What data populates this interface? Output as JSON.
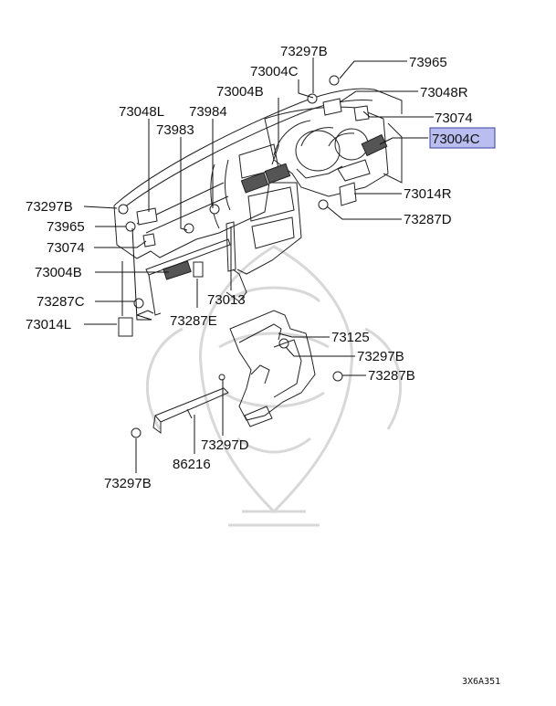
{
  "diagram": {
    "highlight_color": "#b9bdf0",
    "figure_code": "3X6A351",
    "labels": {
      "l_73297b_top": "73297B",
      "l_73965_top": "73965",
      "l_73004c_top": "73004C",
      "l_73048r": "73048R",
      "l_73004b_top": "73004B",
      "l_73074_right": "73074",
      "l_73048l": "73048L",
      "l_73984": "73984",
      "l_73004c_hl": "73004C",
      "l_73983": "73983",
      "l_73014r": "73014R",
      "l_73297b_left": "73297B",
      "l_73287d": "73287D",
      "l_73965_left": "73965",
      "l_73074_left": "73074",
      "l_73004b_left": "73004B",
      "l_73013": "73013",
      "l_73287c": "73287C",
      "l_73014l": "73014L",
      "l_73287e": "73287E",
      "l_73125": "73125",
      "l_73297b_mid": "73297B",
      "l_73287b": "73287B",
      "l_73297d": "73297D",
      "l_86216": "86216",
      "l_73297b_bottom": "73297B"
    }
  }
}
